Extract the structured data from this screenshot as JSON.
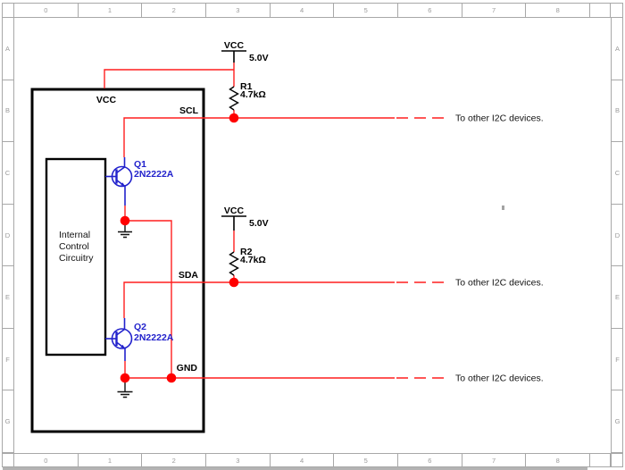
{
  "sheet": {
    "column_labels": [
      "0",
      "1",
      "2",
      "3",
      "4",
      "5",
      "6",
      "7",
      "8"
    ],
    "row_labels": [
      "A",
      "B",
      "C",
      "D",
      "E",
      "F",
      "G"
    ]
  },
  "ic": {
    "pin_vcc": "VCC",
    "pin_scl": "SCL",
    "pin_sda": "SDA",
    "pin_gnd": "GND",
    "internal_line1": "Internal",
    "internal_line2": "Control",
    "internal_line3": "Circuitry"
  },
  "power": {
    "vcc1_name": "VCC",
    "vcc1_voltage": "5.0V",
    "vcc2_name": "VCC",
    "vcc2_voltage": "5.0V"
  },
  "resistors": {
    "r1_name": "R1",
    "r1_value": "4.7kΩ",
    "r2_name": "R2",
    "r2_value": "4.7kΩ"
  },
  "transistors": {
    "q1_name": "Q1",
    "q1_part": "2N2222A",
    "q2_name": "Q2",
    "q2_part": "2N2222A"
  },
  "bus_notes": {
    "scl": "To other I2C devices.",
    "sda": "To other I2C devices.",
    "gnd": "To other I2C devices."
  },
  "colors": {
    "wire": "#ff1f1f",
    "junction": "#ff0000",
    "outline": "#000000",
    "transistor_blue": "#2222cc",
    "frame_line": "#a8a8a8",
    "frame_label": "#9a9a9a"
  }
}
